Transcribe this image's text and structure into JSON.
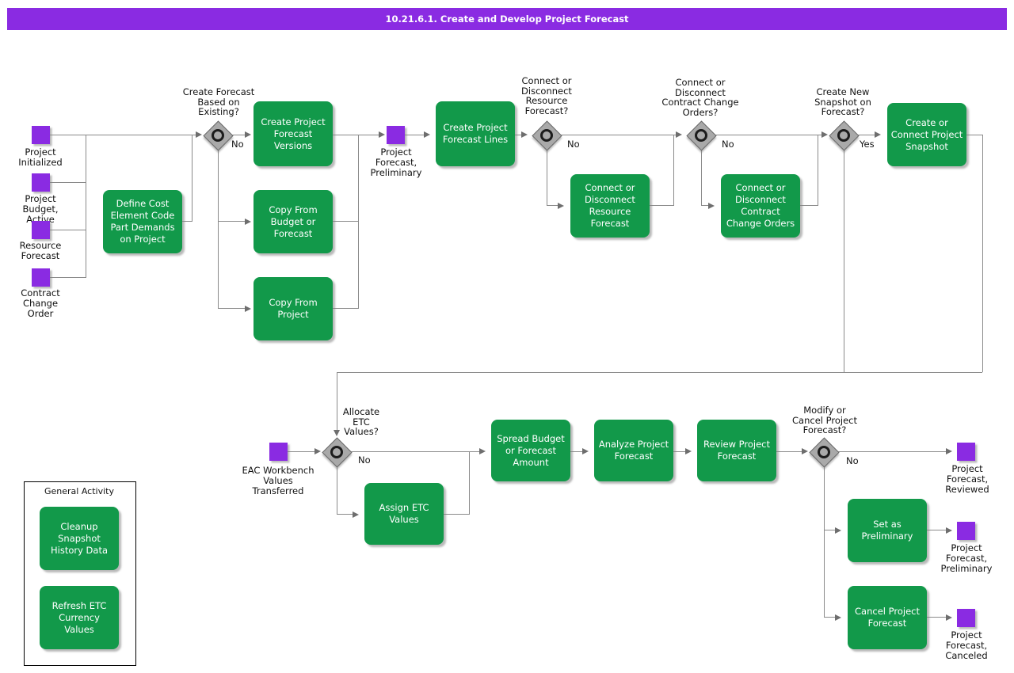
{
  "title": "10.21.6.1. Create and Develop Project Forecast",
  "colors": {
    "purple": "#8A2BE2",
    "green": "#12994A",
    "line": "#8a8a8a",
    "arrow": "#6e6e6e",
    "gw": "#A9A9A9",
    "ink": "#111111"
  },
  "events": {
    "project_initialized": "Project\nInitialized",
    "project_budget_active": "Project\nBudget,\nActive",
    "resource_forecast": "Resource\nForecast",
    "contract_change_order": "Contract\nChange\nOrder",
    "project_forecast_preliminary_in": "Project\nForecast,\nPreliminary",
    "eac_workbench": "EAC Workbench\nValues\nTransferred",
    "project_forecast_reviewed": "Project\nForecast,\nReviewed",
    "project_forecast_preliminary_out": "Project\nForecast,\nPreliminary",
    "project_forecast_canceled": "Project\nForecast,\nCanceled"
  },
  "tasks": {
    "define_cost": "Define Cost\nElement Code\nPart Demands\non Project",
    "create_versions": "Create Project\nForecast\nVersions",
    "copy_budget": "Copy From\nBudget or\nForecast",
    "copy_project": "Copy From\nProject",
    "create_lines": "Create Project\nForecast Lines",
    "connect_resource": "Connect or\nDisconnect\nResource\nForecast",
    "connect_contract": "Connect or\nDisconnect\nContract\nChange Orders",
    "create_snapshot": "Create or\nConnect Project\nSnapshot",
    "spread_budget": "Spread Budget\nor Forecast\nAmount",
    "analyze_forecast": "Analyze Project\nForecast",
    "review_forecast": "Review Project\nForecast",
    "assign_etc": "Assign ETC\nValues",
    "set_preliminary": "Set as\nPreliminary",
    "cancel_forecast": "Cancel Project\nForecast",
    "cleanup_snapshot": "Cleanup\nSnapshot\nHistory Data",
    "refresh_etc": "Refresh ETC\nCurrency\nValues"
  },
  "decisions": {
    "create_forecast_existing": "Create Forecast\nBased on\nExisting?",
    "connect_resource_q": "Connect or\nDisconnect\nResource\nForecast?",
    "connect_contract_q": "Connect or\nDisconnect\nContract Change\nOrders?",
    "create_snapshot_q": "Create New\nSnapshot on\nForecast?",
    "allocate_etc_q": "Allocate\nETC\nValues?",
    "modify_cancel_q": "Modify or\nCancel Project\nForecast?"
  },
  "guards": {
    "g1": "No",
    "g2": "No",
    "g3": "No",
    "g4": "Yes",
    "g5": "No",
    "g6": "No"
  },
  "general_activity": {
    "title": "General Activity"
  }
}
